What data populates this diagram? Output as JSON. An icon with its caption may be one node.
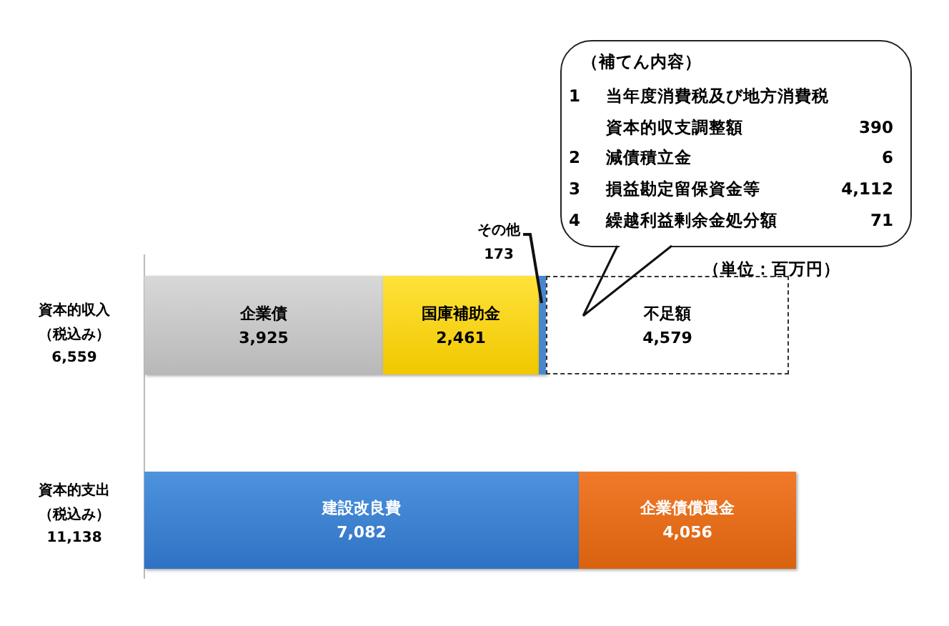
{
  "diagram": {
    "nodes": [
      {
        "text": [
          "企業債",
          "3,925"
        ]
      },
      {
        "text": [
          "国庫補助金",
          "2,461"
        ]
      },
      {
        "text": [],
        "shape": "bar"
      },
      {
        "text": [
          "不足額",
          "4,579"
        ]
      },
      {
        "text": [
          "建設改良費",
          "7,082"
        ]
      },
      {
        "text": [
          "企業債償還金",
          "4,056"
        ]
      },
      {
        "text": [
          "その他",
          "173"
        ]
      },
      {
        "text": [
          "（補てん内容）",
          "1",
          "当年度消費税及び地方消費税",
          "資本的収支調整額",
          "390",
          "2",
          "減債積立金",
          "6",
          "3",
          "損益勘定留保資金等",
          "4,112",
          "4",
          "繰越利益剰余金処分額",
          "71"
        ]
      }
    ],
    "edges": [
      {
        "from": 6,
        "to": 2,
        "arrow": "none"
      },
      {
        "from": 7,
        "to": 3,
        "arrow": "none"
      }
    ],
    "labels": [
      "（単位：百万円）",
      "資本的収入",
      "（税込み）",
      "6,559",
      "資本的支出",
      "（税込み）",
      "11,138"
    ]
  }
}
